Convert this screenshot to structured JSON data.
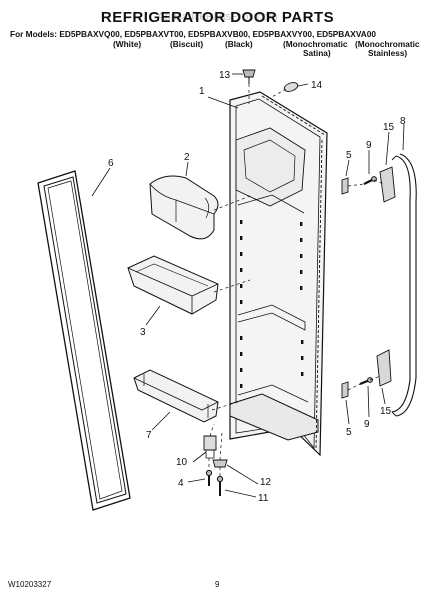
{
  "header": {
    "title": "REFRIGERATOR DOOR PARTS",
    "watermark": "AppliancePartsPros.com",
    "models_line": "For Models: ED5PBAXVQ00, ED5PBAXVT00, ED5PBAXVB00, ED5PBAXVY00, ED5PBAXVA00",
    "variants": [
      "(White)",
      "(Biscuit)",
      "(Black)",
      "(Monochromatic",
      "(Monochromatic"
    ],
    "variants_second": [
      "Satina)",
      "Stainless)"
    ]
  },
  "callouts": {
    "c1": "1",
    "c2": "2",
    "c3": "3",
    "c4": "4",
    "c5a": "5",
    "c5b": "5",
    "c6": "6",
    "c7": "7",
    "c8": "8",
    "c9a": "9",
    "c9b": "9",
    "c10": "10",
    "c11": "11",
    "c12": "12",
    "c13": "13",
    "c14": "14",
    "c15a": "15",
    "c15b": "15"
  },
  "footer": {
    "doc_number": "W10203327",
    "page_number": "9"
  }
}
